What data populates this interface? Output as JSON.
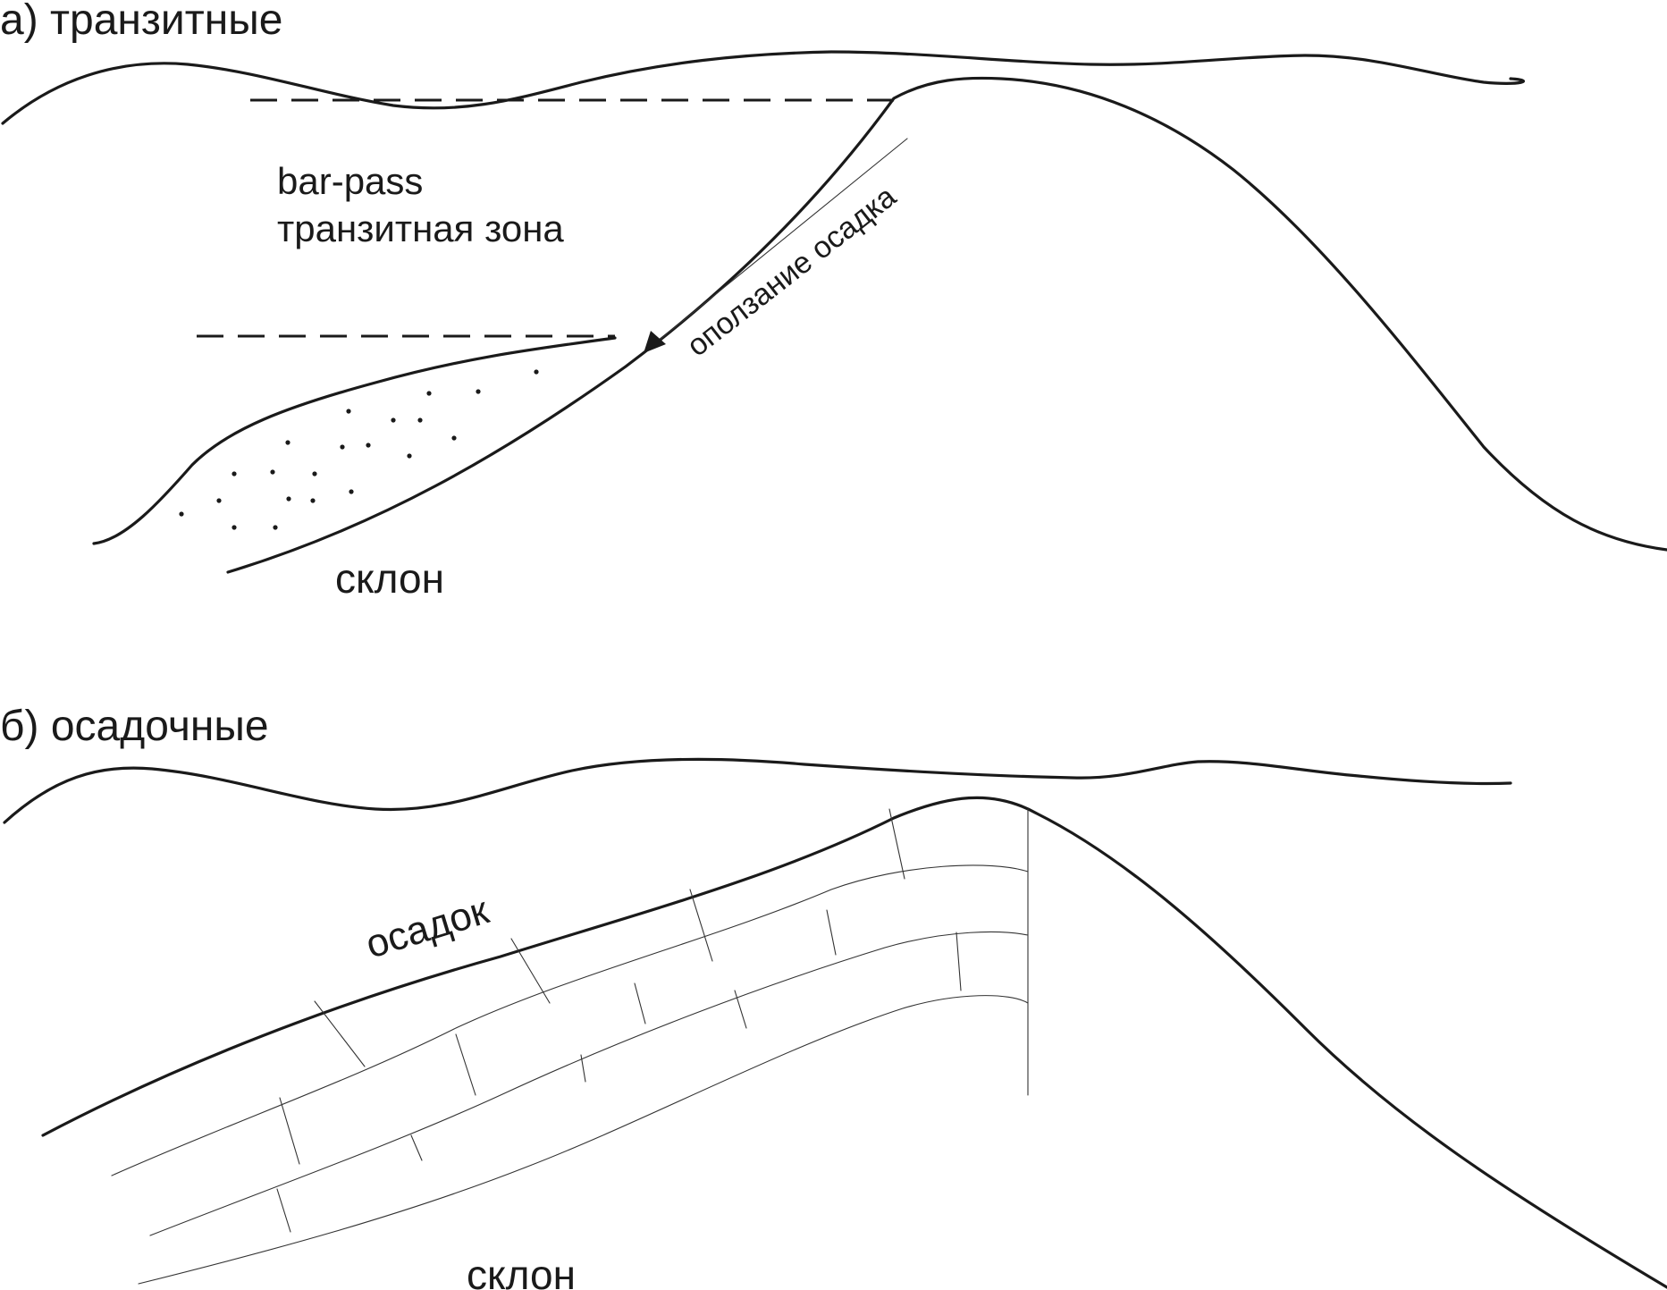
{
  "panel_a": {
    "title": "а) транзитные",
    "zone_label_line1": "bar-pass",
    "zone_label_line2": "транзитная зона",
    "arrow_label": "оползание осадка",
    "slope_label": "склон"
  },
  "panel_b": {
    "title": "б) осадочные",
    "sediment_label": "осадок",
    "slope_label": "склон"
  },
  "colors": {
    "ink": "#1a1a1a",
    "background": "#ffffff"
  }
}
